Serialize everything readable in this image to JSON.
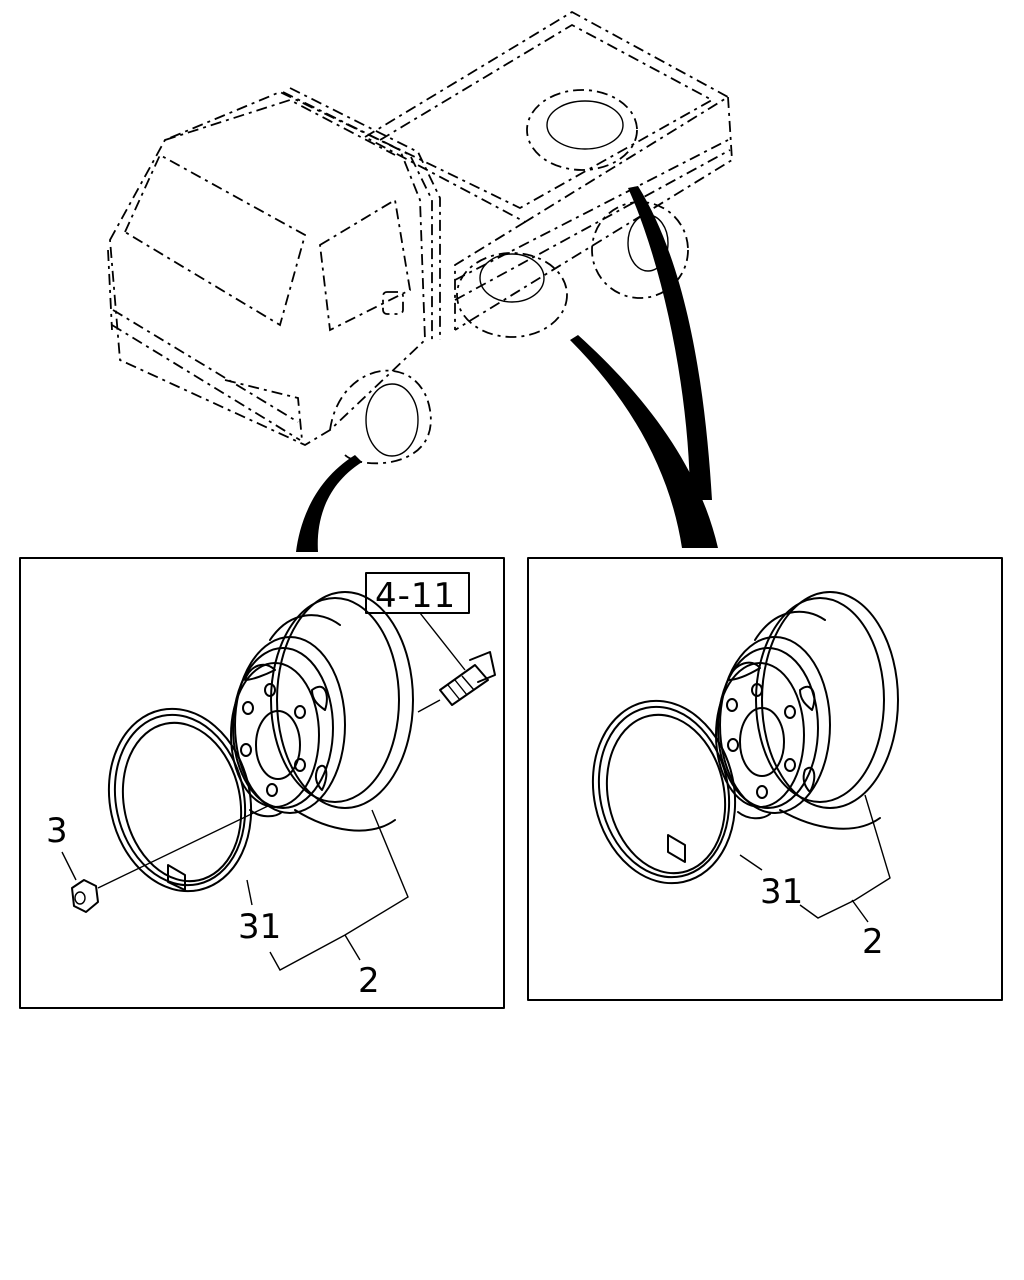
{
  "diagram": {
    "overview": {
      "subject": "truck-outline",
      "wheel_positions": [
        "front",
        "rear-dual"
      ]
    },
    "panels": [
      {
        "id": "front-wheel",
        "callouts": {
          "nut": "3",
          "wheel_ring": "31",
          "wheel_assembly": "2"
        },
        "reference_box": "4-11"
      },
      {
        "id": "rear-wheel",
        "callouts": {
          "wheel_ring": "31",
          "wheel_assembly": "2"
        }
      }
    ]
  }
}
